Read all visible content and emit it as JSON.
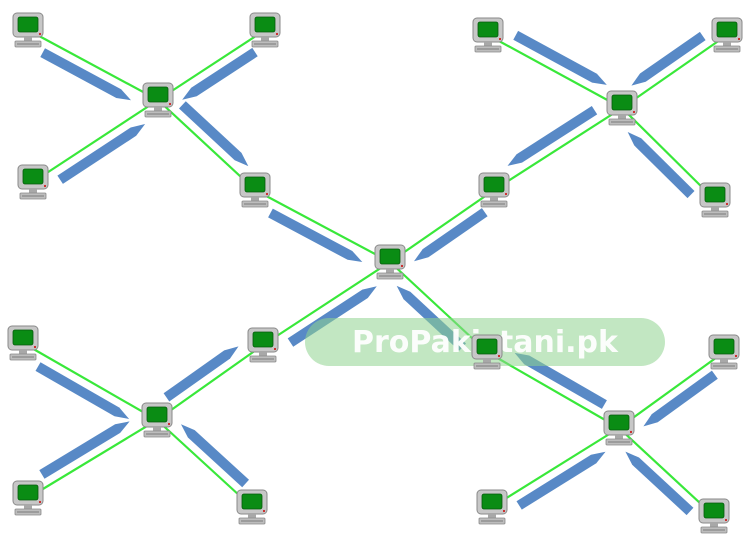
{
  "watermark": {
    "text": "ProPakistani.pk"
  },
  "colors": {
    "background": "#ffffff",
    "link": "#39e83a",
    "arrow": "#4a7fc1",
    "monitor_frame": "#c7c7c7",
    "monitor_screen": "#0a8c14",
    "watermark_fill": "#8fd48f",
    "watermark_text": "#ffffff"
  },
  "icons": {
    "computer": "computer-icon",
    "arrow": "arrow-icon"
  },
  "topology": {
    "hubs": [
      "top-left",
      "top-right",
      "bottom-left",
      "bottom-right",
      "center"
    ],
    "node_count": 20
  }
}
